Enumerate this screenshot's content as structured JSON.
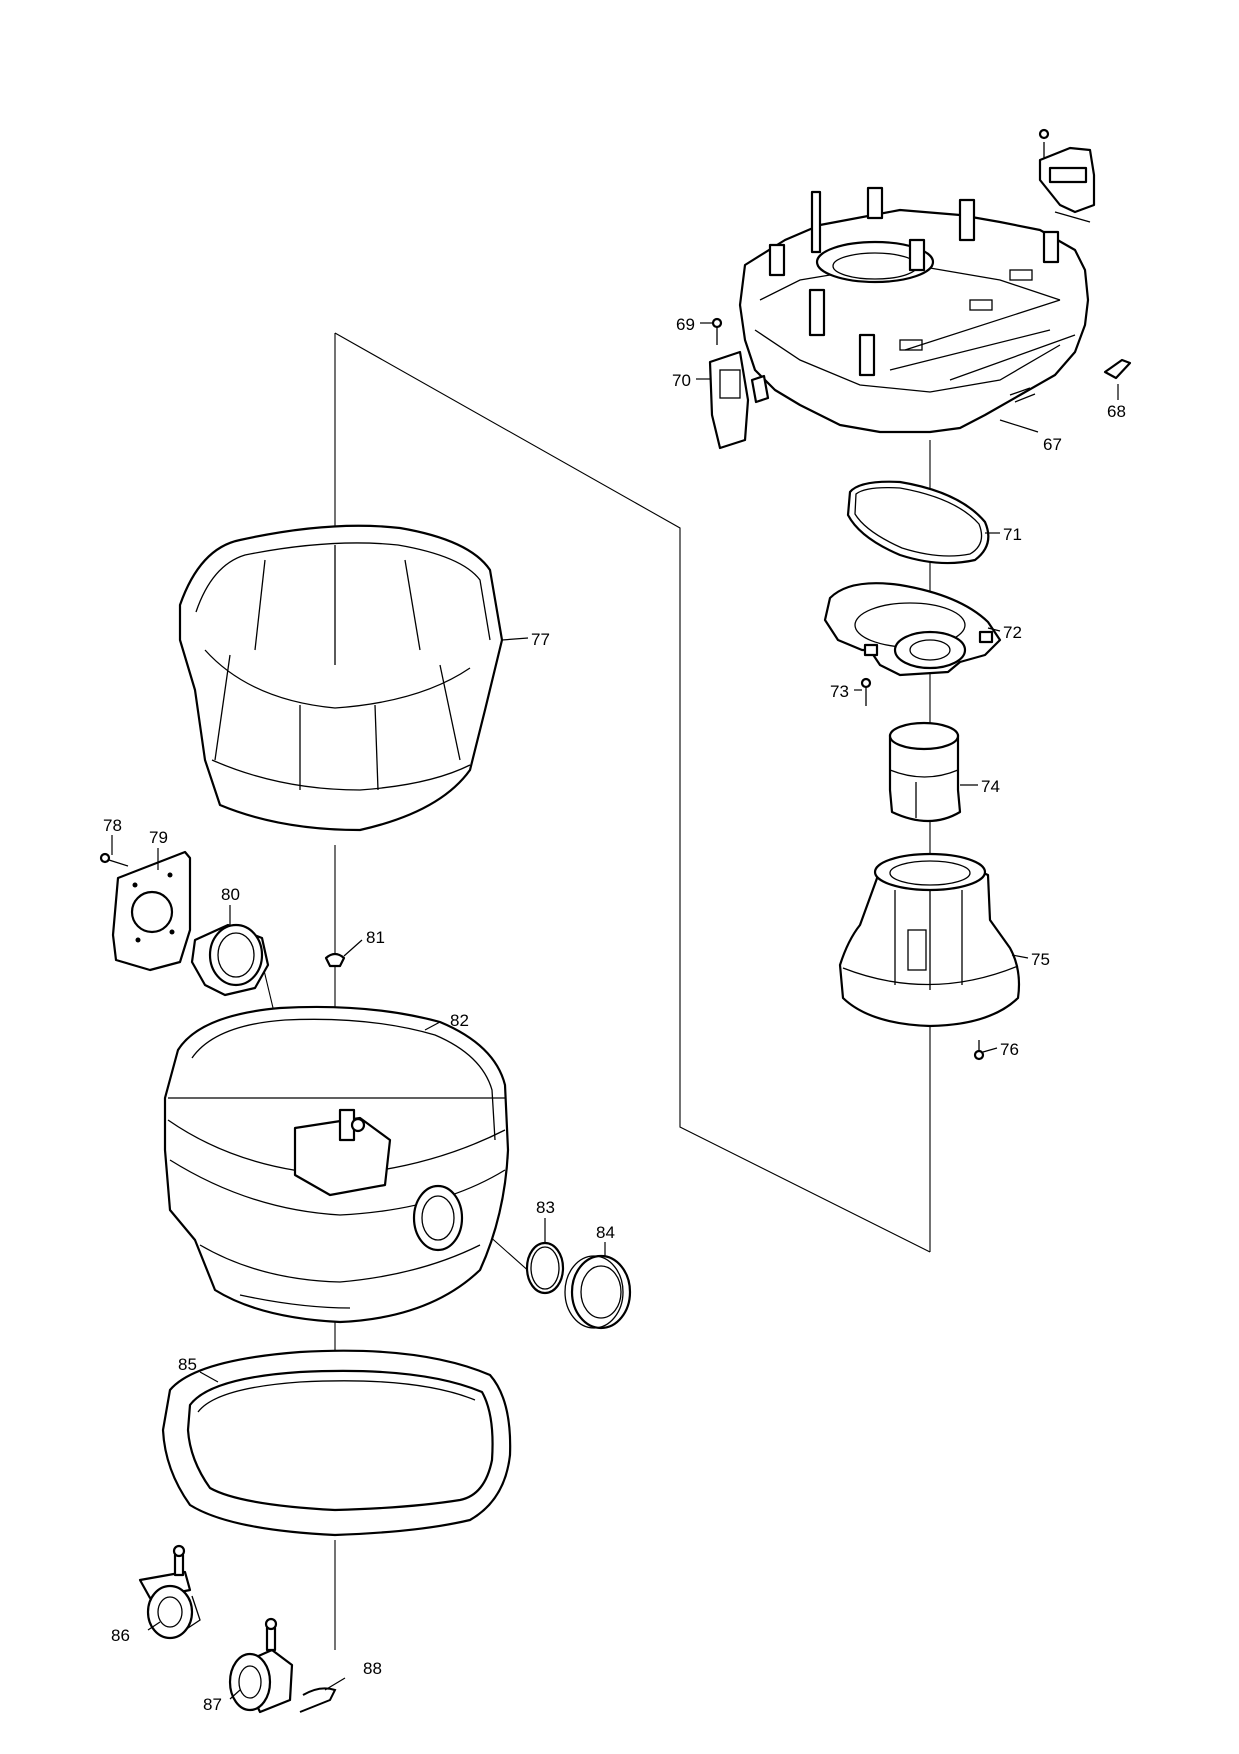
{
  "callouts": {
    "c67": "67",
    "c68": "68",
    "c69": "69",
    "c70": "70",
    "c71": "71",
    "c72": "72",
    "c73": "73",
    "c74": "74",
    "c75": "75",
    "c76": "76",
    "c77": "77",
    "c78": "78",
    "c79": "79",
    "c80": "80",
    "c81": "81",
    "c82": "82",
    "c83": "83",
    "c84": "84",
    "c85": "85",
    "c86": "86",
    "c87": "87",
    "c88": "88"
  }
}
